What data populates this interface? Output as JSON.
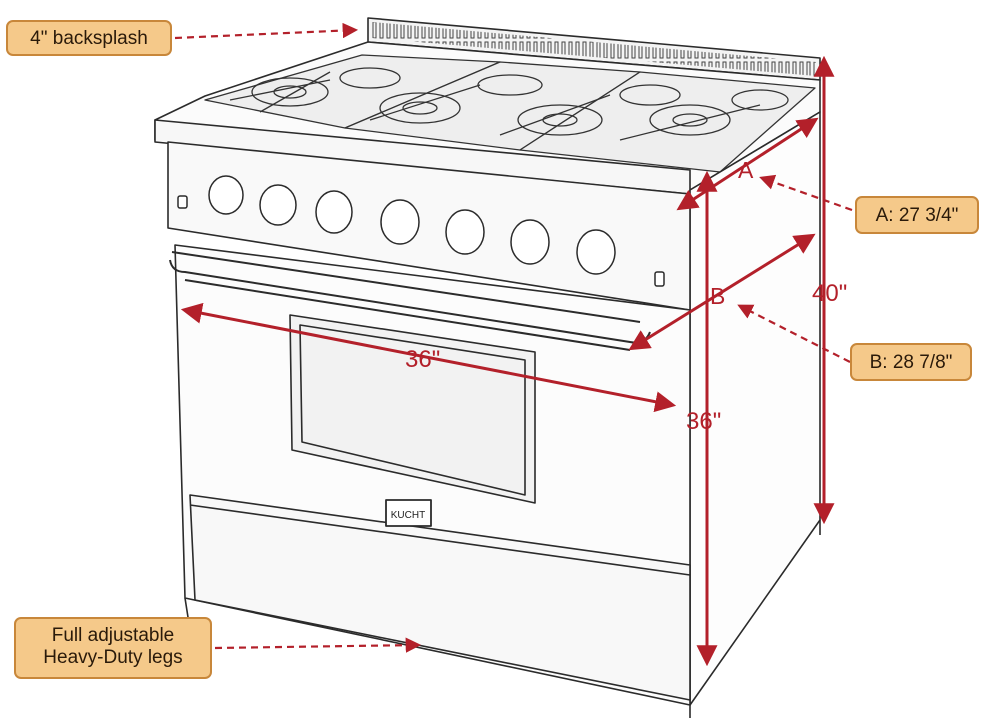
{
  "callouts": {
    "backsplash": "4\" backsplash",
    "depth_a": "A: 27 3/4\"",
    "depth_b": "B: 28 7/8\"",
    "legs_line1": "Full adjustable",
    "legs_line2": "Heavy-Duty legs"
  },
  "dimensions": {
    "width": "36\"",
    "height_body": "36\"",
    "height_total": "40\"",
    "marker_a": "A",
    "marker_b": "B"
  },
  "badge_text": "KUCHT",
  "colors": {
    "dimension_red": "#b3202a",
    "callout_fill": "#f5c98a",
    "callout_border": "#c8873a",
    "sketch_line": "#2b2b2b"
  }
}
